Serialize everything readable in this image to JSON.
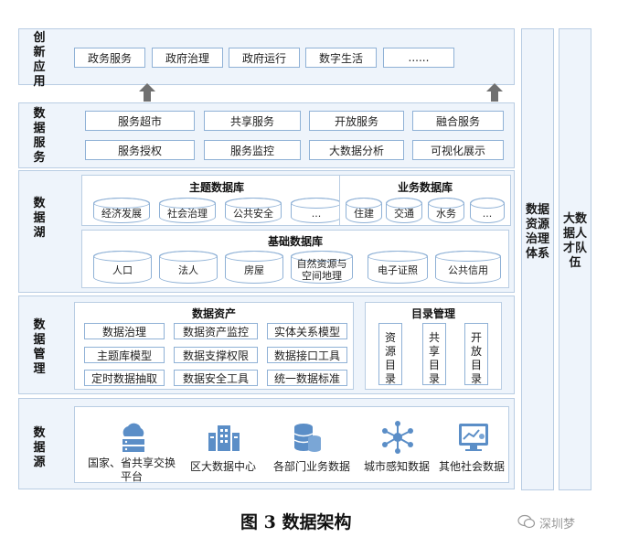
{
  "layers": {
    "innovation": {
      "label": "创新应用",
      "items": [
        "政务服务",
        "政府治理",
        "政府运行",
        "数字生活",
        "......"
      ]
    },
    "data_service": {
      "label": "数据服务",
      "row1": [
        "服务超市",
        "共享服务",
        "开放服务",
        "融合服务"
      ],
      "row2": [
        "服务授权",
        "服务监控",
        "大数据分析",
        "可视化展示"
      ]
    },
    "data_lake": {
      "label": "数据湖",
      "theme_db": {
        "title": "主题数据库",
        "items": [
          "经济发展",
          "社会治理",
          "公共安全",
          "..."
        ]
      },
      "business_db": {
        "title": "业务数据库",
        "items": [
          "住建",
          "交通",
          "水务",
          "..."
        ]
      },
      "base_db": {
        "title": "基础数据库",
        "items": [
          "人口",
          "法人",
          "房屋",
          "自然资源与空间地理",
          "电子证照",
          "公共信用"
        ]
      }
    },
    "data_management": {
      "label": "数据管理",
      "assets": {
        "title": "数据资产",
        "items": [
          "数据治理",
          "数据资产监控",
          "实体关系模型",
          "主题库模型",
          "数据支撑权限",
          "数据接口工具",
          "定时数据抽取",
          "数据安全工具",
          "统一数据标准"
        ]
      },
      "catalog": {
        "title": "目录管理",
        "items": [
          "资源目录",
          "共享目录",
          "开放目录"
        ]
      }
    },
    "data_source": {
      "label": "数据源",
      "items": [
        {
          "label": "国家、省共享交换平台",
          "icon": "cloud-server-icon"
        },
        {
          "label": "区大数据中心",
          "icon": "building-icon"
        },
        {
          "label": "各部门业务数据",
          "icon": "database-icon"
        },
        {
          "label": "城市感知数据",
          "icon": "network-icon"
        },
        {
          "label": "其他社会数据",
          "icon": "chart-monitor-icon"
        }
      ]
    }
  },
  "side_panels": {
    "governance": "数据资源治理体系",
    "talent": "大数据人才队伍"
  },
  "caption": "图 3 数据架构",
  "watermark": "深圳梦",
  "colors": {
    "layer_bg": "#eef4fb",
    "border": "#b9cde3",
    "icon_blue": "#5b8ec7",
    "arrow": "#707070"
  }
}
